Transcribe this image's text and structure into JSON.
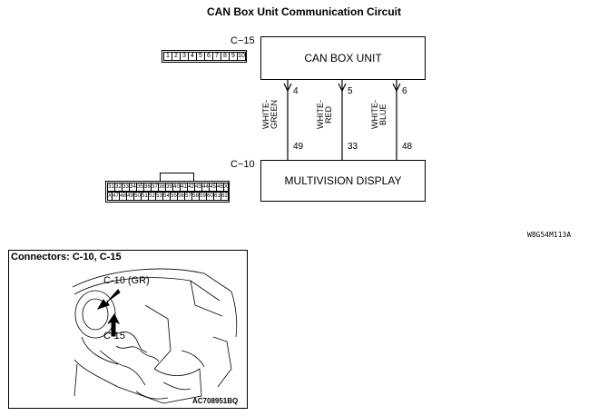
{
  "title": "CAN Box Unit Communication Circuit",
  "c15": {
    "label": "C−15",
    "pins": [
      "1",
      "2",
      "3",
      "4",
      "5",
      "6",
      "7",
      "8",
      "9",
      "10"
    ]
  },
  "can_box_unit": "CAN BOX UNIT",
  "c10": {
    "label": "C−10",
    "row1": [
      "31",
      "32",
      "33",
      "34",
      "35",
      "36",
      "37",
      "38",
      "39",
      "40",
      "41",
      "42",
      "43",
      "44",
      "45",
      "46"
    ],
    "row1_end": "X",
    "row2_start": "X",
    "row2": [
      "47",
      "48",
      "49",
      "50",
      "51",
      "52",
      "53",
      "54",
      "55",
      "56",
      "57",
      "58",
      "59",
      "60",
      "61",
      "62"
    ]
  },
  "multivision_display": "MULTIVISION DISPLAY",
  "wires": [
    {
      "top_pin": "4",
      "bottom_pin": "49",
      "line1": "WHITE-",
      "line2": "GREEN"
    },
    {
      "top_pin": "5",
      "bottom_pin": "33",
      "line1": "WHITE-",
      "line2": "RED"
    },
    {
      "top_pin": "6",
      "bottom_pin": "48",
      "line1": "WHITE-",
      "line2": "BLUE"
    }
  ],
  "diagram_code": "W8G54M113A",
  "photo": {
    "title": "Connectors: C-10, C-15",
    "label_c10": "C-10 (GR)",
    "label_c15": "C-15",
    "ref": "AC708951BQ"
  }
}
